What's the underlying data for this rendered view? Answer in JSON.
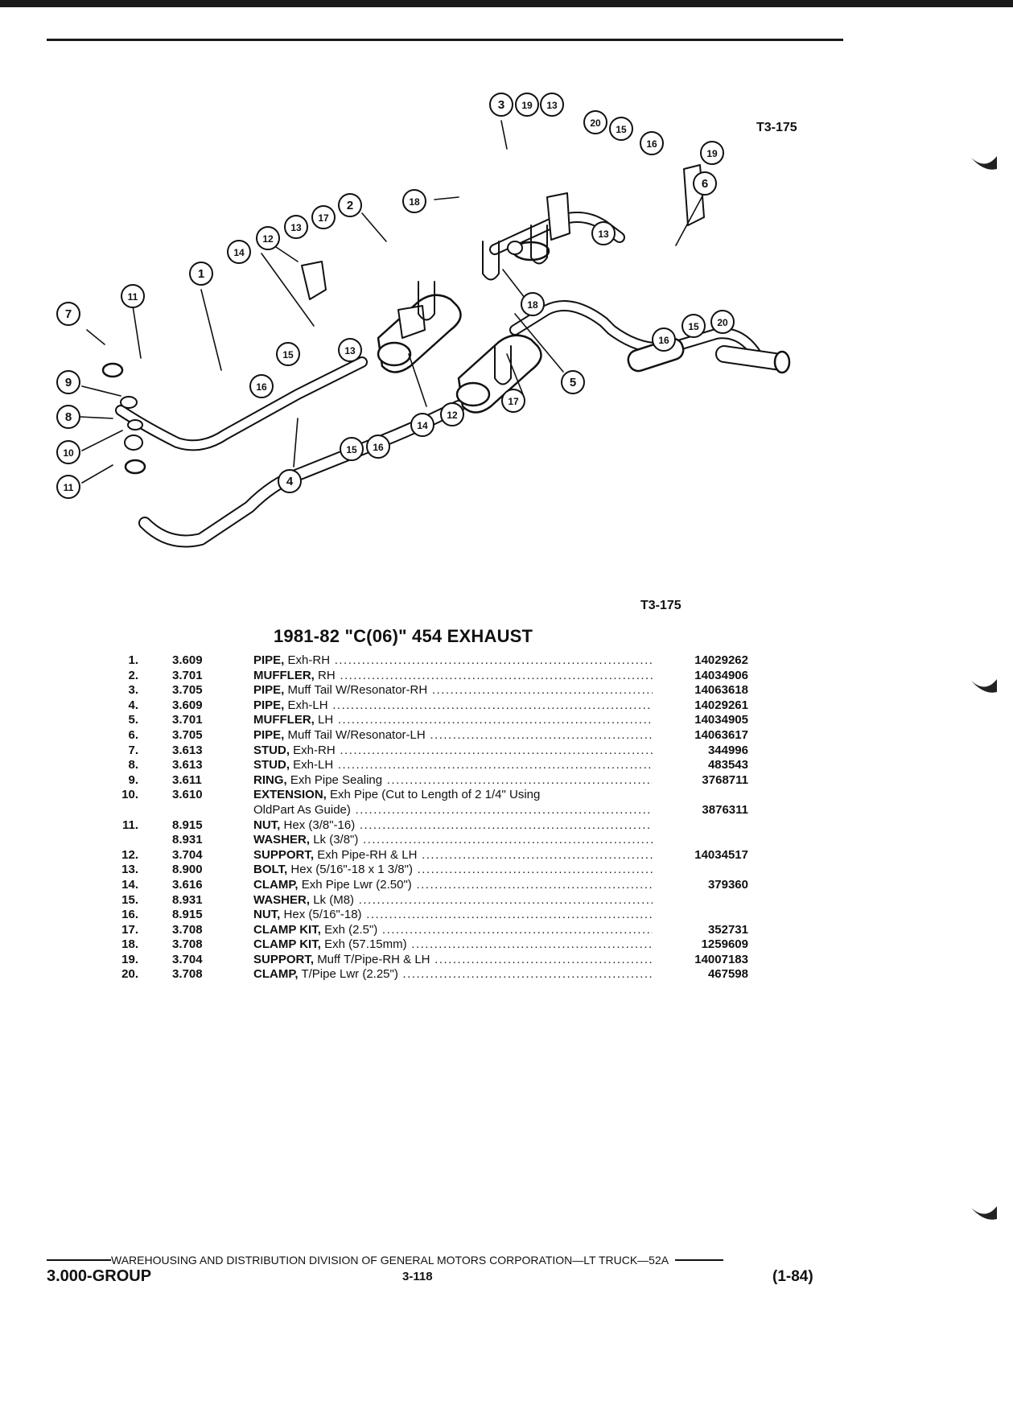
{
  "figure": {
    "code_top": "T3-175",
    "code_bottom": "T3-175",
    "callouts": [
      "1",
      "2",
      "3",
      "4",
      "5",
      "6",
      "7",
      "8",
      "9",
      "10",
      "11",
      "11",
      "12",
      "12",
      "13",
      "13",
      "13",
      "13",
      "14",
      "14",
      "15",
      "15",
      "15",
      "15",
      "16",
      "16",
      "16",
      "16",
      "17",
      "17",
      "18",
      "18",
      "19",
      "19",
      "20",
      "20"
    ]
  },
  "title": "1981-82 \"C(06)\" 454 EXHAUST",
  "parts": [
    {
      "num": "1.",
      "group": "3.609",
      "name": "PIPE,",
      "detail": "Exh-RH",
      "part_no": "14029262"
    },
    {
      "num": "2.",
      "group": "3.701",
      "name": "MUFFLER,",
      "detail": "RH",
      "part_no": "14034906"
    },
    {
      "num": "3.",
      "group": "3.705",
      "name": "PIPE,",
      "detail": "Muff Tail W/Resonator-RH",
      "part_no": "14063618"
    },
    {
      "num": "4.",
      "group": "3.609",
      "name": "PIPE,",
      "detail": "Exh-LH",
      "part_no": "14029261"
    },
    {
      "num": "5.",
      "group": "3.701",
      "name": "MUFFLER,",
      "detail": "LH",
      "part_no": "14034905"
    },
    {
      "num": "6.",
      "group": "3.705",
      "name": "PIPE,",
      "detail": "Muff Tail W/Resonator-LH",
      "part_no": "14063617"
    },
    {
      "num": "7.",
      "group": "3.613",
      "name": "STUD,",
      "detail": "Exh-RH",
      "part_no": "344996"
    },
    {
      "num": "8.",
      "group": "3.613",
      "name": "STUD,",
      "detail": "Exh-LH",
      "part_no": "483543"
    },
    {
      "num": "9.",
      "group": "3.611",
      "name": "RING,",
      "detail": "Exh Pipe Sealing",
      "part_no": "3768711"
    },
    {
      "num": "10.",
      "group": "3.610",
      "name": "EXTENSION,",
      "detail": "Exh Pipe (Cut to Length of 2 1/4\" Using",
      "part_no": ""
    },
    {
      "num": "",
      "group": "",
      "name": "",
      "detail": "OldPart As Guide)",
      "part_no": "3876311"
    },
    {
      "num": "11.",
      "group": "8.915",
      "name": "NUT,",
      "detail": "Hex (3/8\"-16)",
      "part_no": ""
    },
    {
      "num": "",
      "group": "8.931",
      "name": "WASHER,",
      "detail": "Lk (3/8\")",
      "part_no": ""
    },
    {
      "num": "12.",
      "group": "3.704",
      "name": "SUPPORT,",
      "detail": "Exh Pipe-RH & LH",
      "part_no": "14034517"
    },
    {
      "num": "13.",
      "group": "8.900",
      "name": "BOLT,",
      "detail": "Hex (5/16\"-18 x 1 3/8\")",
      "part_no": ""
    },
    {
      "num": "14.",
      "group": "3.616",
      "name": "CLAMP,",
      "detail": "Exh Pipe Lwr (2.50\")",
      "part_no": "379360"
    },
    {
      "num": "15.",
      "group": "8.931",
      "name": "WASHER,",
      "detail": "Lk (M8)",
      "part_no": ""
    },
    {
      "num": "16.",
      "group": "8.915",
      "name": "NUT,",
      "detail": "Hex (5/16\"-18)",
      "part_no": ""
    },
    {
      "num": "17.",
      "group": "3.708",
      "name": "CLAMP KIT,",
      "detail": "Exh (2.5\")",
      "part_no": "352731"
    },
    {
      "num": "18.",
      "group": "3.708",
      "name": "CLAMP KIT,",
      "detail": "Exh (57.15mm)",
      "part_no": "1259609"
    },
    {
      "num": "19.",
      "group": "3.704",
      "name": "SUPPORT,",
      "detail": "Muff T/Pipe-RH & LH",
      "part_no": "14007183"
    },
    {
      "num": "20.",
      "group": "3.708",
      "name": "CLAMP,",
      "detail": "T/Pipe Lwr (2.25\")",
      "part_no": "467598"
    }
  ],
  "footer": {
    "division": "WAREHOUSING AND DISTRIBUTION  DIVISION OF GENERAL MOTORS CORPORATION—LT TRUCK—52A",
    "group": "3.000-GROUP",
    "page": "3-118",
    "date": "(1-84)"
  }
}
